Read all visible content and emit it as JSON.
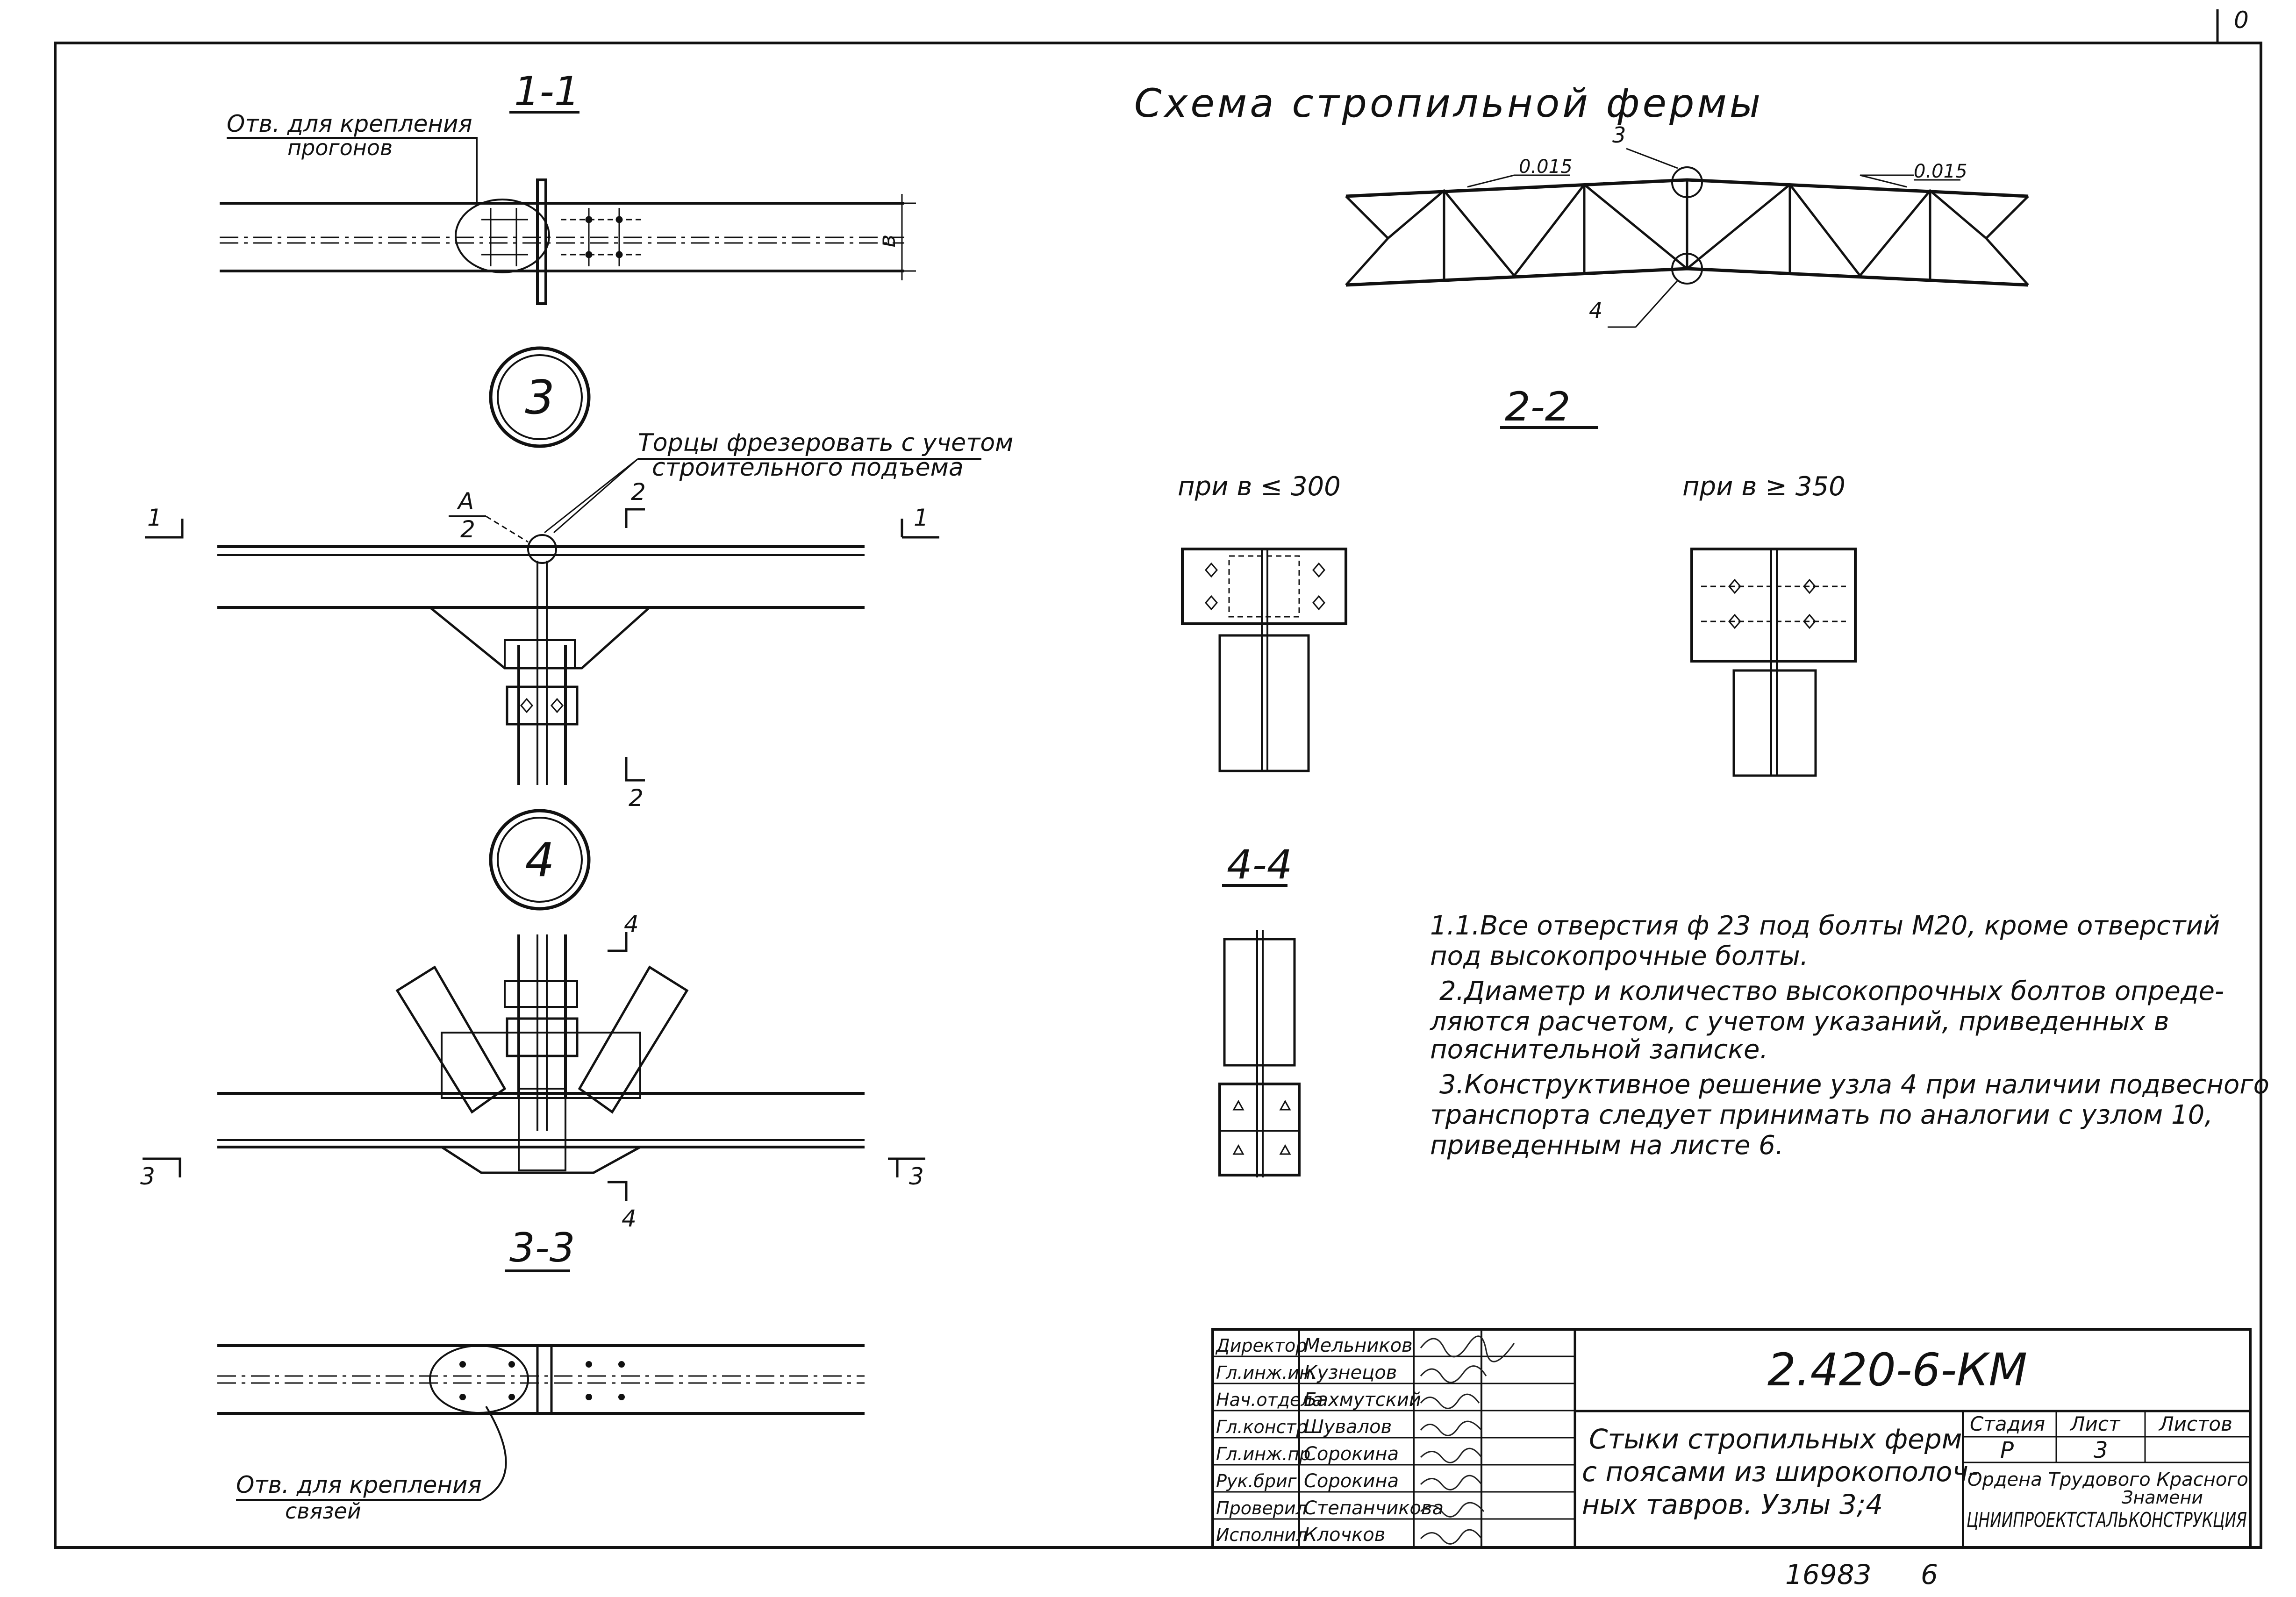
{
  "corner_mark": "0",
  "section_1_1": {
    "title": "1-1",
    "note_line1": "Отв. для крепления",
    "note_line2": "прогонов",
    "width_label": "в"
  },
  "node_3": {
    "label": "3",
    "note_line1": "Торцы фрезеровать с учетом",
    "note_line2": "строительного подъема",
    "ref_a": "А",
    "ref_a_sheet": "2",
    "cut_1": "1",
    "cut_2": "2"
  },
  "node_4": {
    "label": "4",
    "cut_3": "3",
    "cut_4": "4"
  },
  "section_3_3": {
    "title": "3-3",
    "note_line1": "Отв. для крепления",
    "note_line2": "связей"
  },
  "truss_scheme": {
    "title": "Схема стропильной фермы",
    "slope_left": "0.015",
    "slope_right": "0.015",
    "node_top": "3",
    "node_bottom": "4"
  },
  "section_2_2": {
    "title": "2-2",
    "case_small": "при в ≤ 300",
    "case_large": "при в ≥ 350"
  },
  "section_4_4": {
    "title": "4-4"
  },
  "notes": [
    "1.1.Все отверстия ф 23 под болты М20, кроме отверстий",
    "под высокопрочные болты.",
    "2.Диаметр и количество высокопрочных болтов опреде-",
    "ляются расчетом, с учетом указаний, приведенных в",
    "пояснительной записке.",
    "3.Конструктивное решение узла 4 при наличии подвесного",
    "транспорта следует принимать по аналогии с узлом 10,",
    "приведенным на листе 6."
  ],
  "title_block": {
    "doc_code": "2.420-6-КМ",
    "staff": [
      {
        "role": "Директор",
        "name": "Мельников"
      },
      {
        "role": "Гл.инж.ин.",
        "name": "Кузнецов"
      },
      {
        "role": "Нач.отдела",
        "name": "Бахмутский"
      },
      {
        "role": "Гл.констр",
        "name": "Шувалов"
      },
      {
        "role": "Гл.инж.пр",
        "name": "Сорокина"
      },
      {
        "role": "Рук.бриг.",
        "name": "Сорокина"
      },
      {
        "role": "Проверил",
        "name": "Степанчикова"
      },
      {
        "role": "Исполнил",
        "name": "Клочков"
      }
    ],
    "sheet_title": [
      "Стыки стропильных ферм",
      "с поясами из широкополоч-",
      "ных тавров.  Узлы 3;4"
    ],
    "stage_label": "Стадия",
    "sheet_label": "Лист",
    "sheets_label": "Листов",
    "stage": "Р",
    "sheet": "3",
    "sheets": "",
    "org_line1": "Ордена Трудового Красного",
    "org_line2": "Знамени",
    "org_line3": "ЦНИИПРОЕКТСТАЛЬКОНСТРУКЦИЯ"
  },
  "inventory_number": "16983",
  "format_mark": "6"
}
